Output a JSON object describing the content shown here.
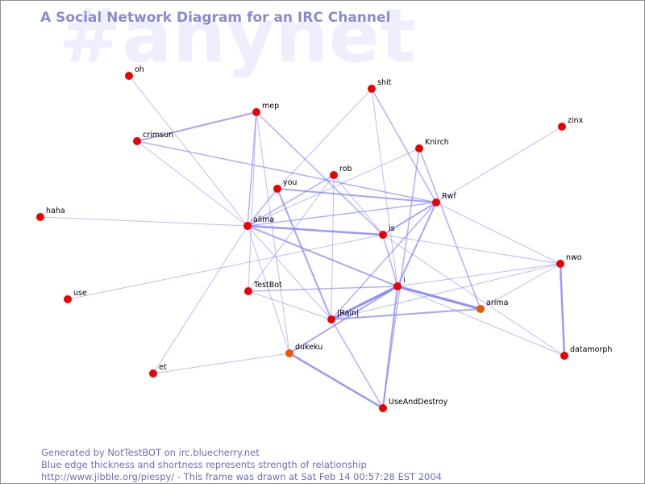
{
  "watermark": "#anynet",
  "title": "A Social Network Diagram for an IRC Channel",
  "footer": {
    "line1": "Generated by NotTestBOT on irc.bluecherry.net",
    "line2": "Blue edge thickness and shortness represents strength of relationship",
    "line3": "http://www.jibble.org/piespy/ - This frame was drawn at Sat Feb 14 00:57:28 EST 2004"
  },
  "colors": {
    "background": "#ffffff",
    "node": "#ee0000",
    "node_recent": "#ee5500",
    "edge": "#8080ff",
    "title": "#8a8ad0",
    "watermark": "#eeeefc"
  },
  "nodes": [
    {
      "name": "oh",
      "highlight": false
    },
    {
      "name": "shit",
      "highlight": false
    },
    {
      "name": "mep",
      "highlight": false
    },
    {
      "name": "zinx",
      "highlight": false
    },
    {
      "name": "crimsun",
      "highlight": false
    },
    {
      "name": "Knirch",
      "highlight": false
    },
    {
      "name": "rob",
      "highlight": false
    },
    {
      "name": "you",
      "highlight": false
    },
    {
      "name": "Rwf",
      "highlight": false
    },
    {
      "name": "haha",
      "highlight": false
    },
    {
      "name": "alima",
      "highlight": false
    },
    {
      "name": "is",
      "highlight": false
    },
    {
      "name": "nwo",
      "highlight": false
    },
    {
      "name": "TestBot",
      "highlight": false
    },
    {
      "name": "i",
      "highlight": false
    },
    {
      "name": "use",
      "highlight": false
    },
    {
      "name": "arima",
      "highlight": true
    },
    {
      "name": "|Rain|",
      "highlight": false
    },
    {
      "name": "dukeku",
      "highlight": true
    },
    {
      "name": "datamorph",
      "highlight": false
    },
    {
      "name": "et",
      "highlight": false
    },
    {
      "name": "UseAndDestroy",
      "highlight": false
    }
  ],
  "edges": [
    {
      "source": "oh",
      "target": "alima",
      "weight": 1
    },
    {
      "source": "haha",
      "target": "alima",
      "weight": 1
    },
    {
      "source": "use",
      "target": "is",
      "weight": 1
    },
    {
      "source": "crimsun",
      "target": "mep",
      "weight": 2
    },
    {
      "source": "crimsun",
      "target": "Rwf",
      "weight": 1.5
    },
    {
      "source": "crimsun",
      "target": "alima",
      "weight": 1
    },
    {
      "source": "mep",
      "target": "alima",
      "weight": 1.5
    },
    {
      "source": "mep",
      "target": "is",
      "weight": 1.5
    },
    {
      "source": "mep",
      "target": "TestBot",
      "weight": 1
    },
    {
      "source": "mep",
      "target": "dukeku",
      "weight": 1
    },
    {
      "source": "shit",
      "target": "Rwf",
      "weight": 1.5
    },
    {
      "source": "shit",
      "target": "you",
      "weight": 1
    },
    {
      "source": "shit",
      "target": "i",
      "weight": 1
    },
    {
      "source": "zinx",
      "target": "Rwf",
      "weight": 1
    },
    {
      "source": "Knirch",
      "target": "alima",
      "weight": 1
    },
    {
      "source": "Knirch",
      "target": "arima",
      "weight": 1.5
    },
    {
      "source": "Knirch",
      "target": "UseAndDestroy",
      "weight": 1.5
    },
    {
      "source": "rob",
      "target": "alima",
      "weight": 1.5
    },
    {
      "source": "rob",
      "target": "is",
      "weight": 1
    },
    {
      "source": "rob",
      "target": "TestBot",
      "weight": 1
    },
    {
      "source": "rob",
      "target": "|Rain|",
      "weight": 1
    },
    {
      "source": "you",
      "target": "Rwf",
      "weight": 2
    },
    {
      "source": "you",
      "target": "alima",
      "weight": 1.5
    },
    {
      "source": "you",
      "target": "|Rain|",
      "weight": 2
    },
    {
      "source": "Rwf",
      "target": "alima",
      "weight": 1.5
    },
    {
      "source": "Rwf",
      "target": "is",
      "weight": 2
    },
    {
      "source": "Rwf",
      "target": "i",
      "weight": 2
    },
    {
      "source": "Rwf",
      "target": "|Rain|",
      "weight": 1.5
    },
    {
      "source": "Rwf",
      "target": "nwo",
      "weight": 1
    },
    {
      "source": "alima",
      "target": "is",
      "weight": 2.5
    },
    {
      "source": "alima",
      "target": "i",
      "weight": 2
    },
    {
      "source": "alima",
      "target": "et",
      "weight": 1
    },
    {
      "source": "alima",
      "target": "dukeku",
      "weight": 1
    },
    {
      "source": "alima",
      "target": "|Rain|",
      "weight": 1
    },
    {
      "source": "is",
      "target": "nwo",
      "weight": 1
    },
    {
      "source": "is",
      "target": "datamorph",
      "weight": 1
    },
    {
      "source": "is",
      "target": "i",
      "weight": 1.5
    },
    {
      "source": "nwo",
      "target": "i",
      "weight": 1
    },
    {
      "source": "nwo",
      "target": "arima",
      "weight": 1
    },
    {
      "source": "nwo",
      "target": "datamorph",
      "weight": 2.5
    },
    {
      "source": "nwo",
      "target": "|Rain|",
      "weight": 1
    },
    {
      "source": "TestBot",
      "target": "i",
      "weight": 1.5
    },
    {
      "source": "TestBot",
      "target": "|Rain|",
      "weight": 1
    },
    {
      "source": "i",
      "target": "arima",
      "weight": 3
    },
    {
      "source": "i",
      "target": "|Rain|",
      "weight": 3
    },
    {
      "source": "i",
      "target": "dukeku",
      "weight": 2
    },
    {
      "source": "i",
      "target": "UseAndDestroy",
      "weight": 2
    },
    {
      "source": "i",
      "target": "datamorph",
      "weight": 1
    },
    {
      "source": "arima",
      "target": "|Rain|",
      "weight": 2
    },
    {
      "source": "dukeku",
      "target": "UseAndDestroy",
      "weight": 2.5
    },
    {
      "source": "dukeku",
      "target": "et",
      "weight": 1
    },
    {
      "source": "|Rain|",
      "target": "UseAndDestroy",
      "weight": 1.5
    }
  ]
}
